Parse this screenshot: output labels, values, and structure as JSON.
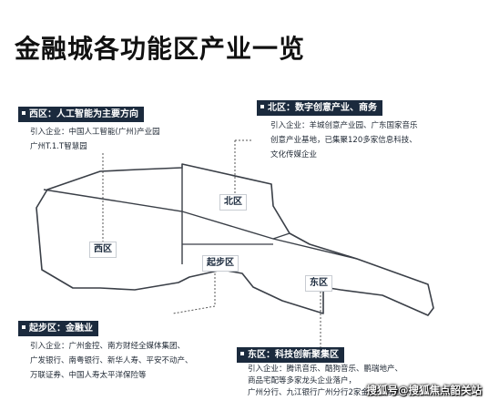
{
  "title": "金融城各功能区产业一览",
  "zones": {
    "west": {
      "heading": "西区：人工智能为主要方向",
      "desc": [
        "引入企业：中国人工智能(广州)产业园",
        "广州T.1.T智慧园"
      ],
      "map_label": "西区"
    },
    "north": {
      "heading": "北区：数字创意产业、商务",
      "desc": [
        "引入企业：羊城创意产业园、广东国家音乐",
        "创意产业基地，已集聚120多家信息科技、",
        "文化传媒企业"
      ],
      "map_label": "北区"
    },
    "start": {
      "heading": "起步区：金融业",
      "desc": [
        "引入企业：广州金控、南方财经全媒体集团、",
        "广发银行、南粤银行、新华人寿、平安不动产、",
        "万联证券、中国人寿太平洋保险等"
      ],
      "map_label": "起步区"
    },
    "east": {
      "heading": "东区：科技创新聚集区",
      "desc": [
        "引入企业：腾讯音乐、酷狗音乐、鹏瑞地产、",
        "商品宅配等多家龙头企业落户，",
        "广州分行、九江银行广州分行2家金融机构进驻"
      ],
      "map_label": "东区"
    }
  },
  "watermark": "搜狐号@搜狐焦点韶关站",
  "colors": {
    "header_bg": "#1b2a3d",
    "outline": "#3a3f47"
  }
}
